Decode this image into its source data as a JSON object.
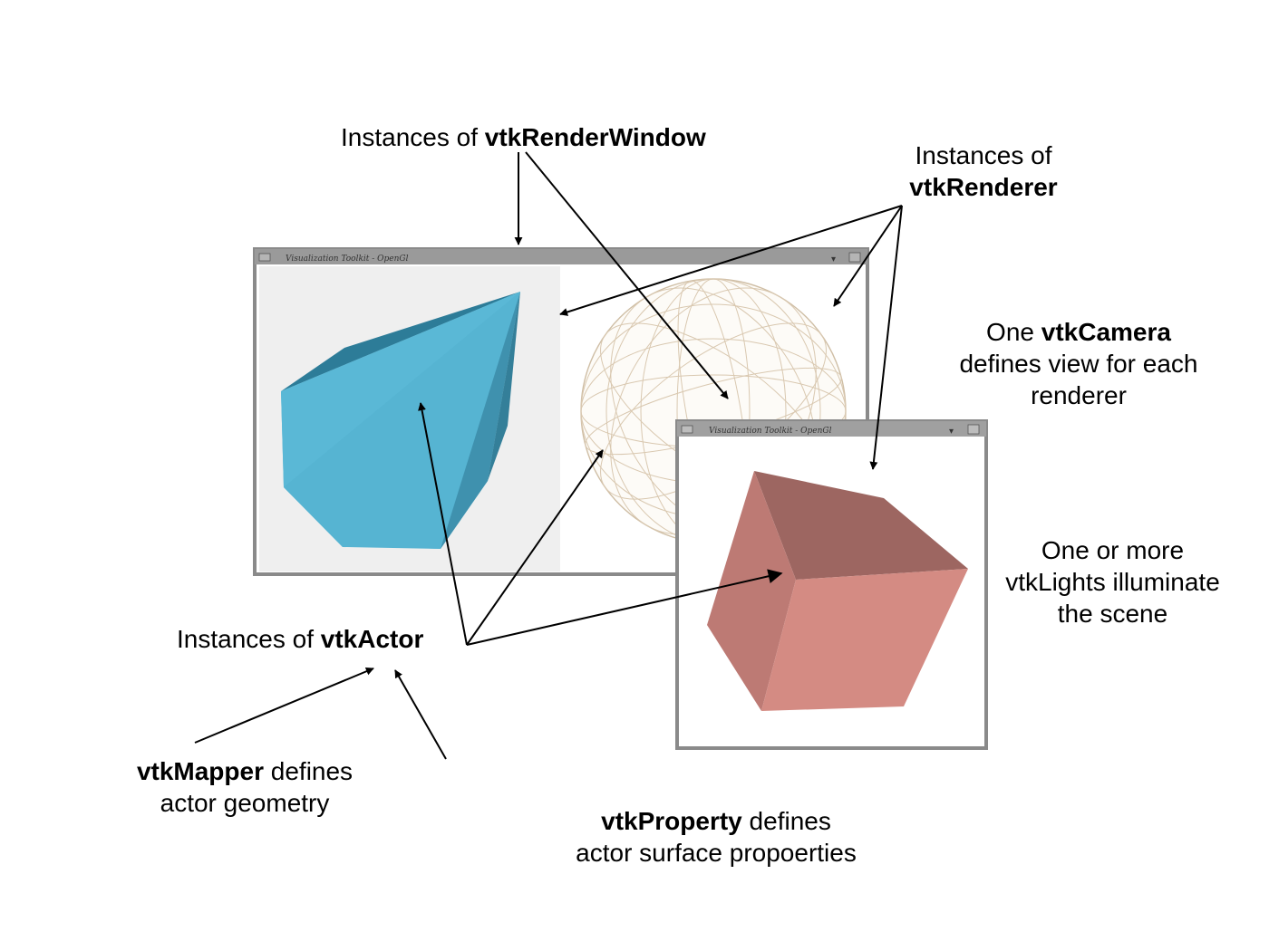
{
  "labels": {
    "render_window": {
      "prefix": "Instances of ",
      "bold": "vtkRenderWindow"
    },
    "renderer": {
      "line1": "Instances of",
      "bold": "vtkRenderer"
    },
    "camera": {
      "prefix": "One ",
      "bold": "vtkCamera",
      "line2": "defines view for each",
      "line3": "renderer"
    },
    "lights": {
      "line1": "One or more",
      "line2": "vtkLights illuminate",
      "line3": "the scene"
    },
    "actor": {
      "prefix": "Instances of ",
      "bold": "vtkActor"
    },
    "mapper": {
      "bold": "vtkMapper",
      "suffix": " defines",
      "line2": "actor geometry"
    },
    "property": {
      "bold": "vtkProperty",
      "suffix": " defines",
      "line2": "actor surface propoerties"
    }
  },
  "windows": {
    "main_title": "Visualization Toolkit - OpenGl",
    "small_title": "Visualization Toolkit - OpenGl"
  },
  "colors": {
    "cone": "#5ab8d6",
    "cube": "#d08a84",
    "sphere_wire": "#d9c8b0",
    "window_frame": "#888888"
  }
}
